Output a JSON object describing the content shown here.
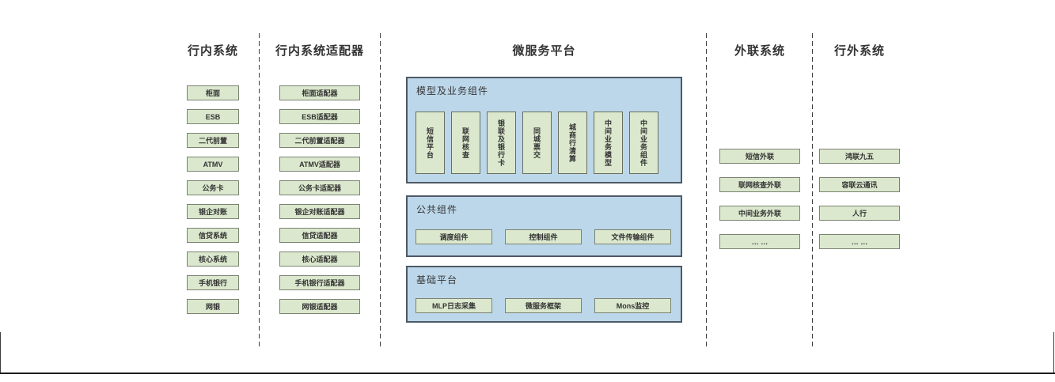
{
  "diagram_title": "微服务平台",
  "columns": [
    {
      "title": "行内系统",
      "items": [
        "柜面",
        "ESB",
        "二代前置",
        "ATMV",
        "公务卡",
        "银企对账",
        "信贷系统",
        "核心系统",
        "手机银行",
        "网银"
      ]
    },
    {
      "title": "行内系统适配器",
      "items": [
        "柜面适配器",
        "ESB适配器",
        "二代前置适配器",
        "ATMV适配器",
        "公务卡适配器",
        "银企对账适配器",
        "信贷适配器",
        "核心适配器",
        "手机银行适配器",
        "网银适配器"
      ]
    },
    {
      "title": "微服务平台",
      "panels": [
        {
          "label": "模型及业务组件",
          "items": [
            "短信平台",
            "联网核查",
            "银联及银行卡",
            "同城票交",
            "城商行清算",
            "中间业务模型",
            "中间业务组件"
          ]
        },
        {
          "label": "公共组件",
          "items": [
            "调度组件",
            "控制组件",
            "文件传输组件"
          ]
        },
        {
          "label": "基础平台",
          "items": [
            "MLP日志采集",
            "微服务框架",
            "Mons监控"
          ]
        }
      ]
    },
    {
      "title": "外联系统",
      "items": [
        "短信外联",
        "联网核查外联",
        "中间业务外联",
        "… …"
      ]
    },
    {
      "title": "行外系统",
      "items": [
        "鸿联九五",
        "容联云通讯",
        "人行",
        "… …"
      ]
    }
  ],
  "colors": {
    "box_fill": "#dbe8cd",
    "box_border": "#7b8272",
    "panel_fill": "#bdd7ea",
    "panel_border": "#4e5a66",
    "text": "#333333",
    "separator": "#3f3f3f"
  }
}
